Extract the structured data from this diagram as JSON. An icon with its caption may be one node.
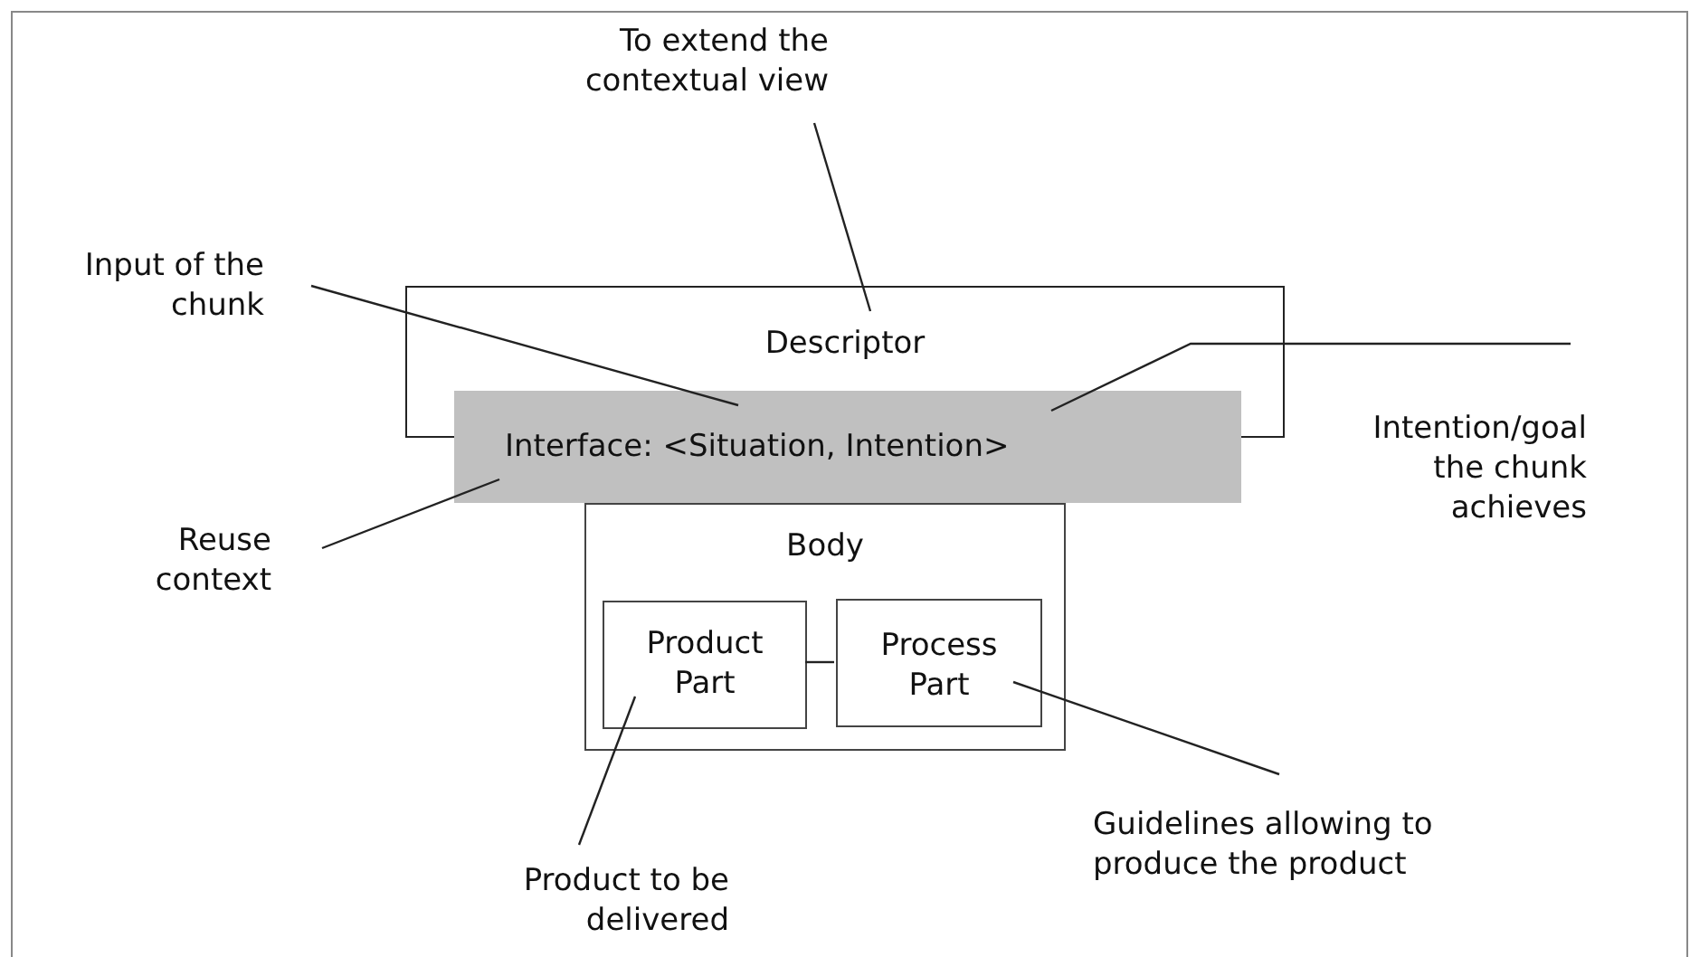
{
  "diagram": {
    "nodes": [
      {
        "text": [
          "Descriptor"
        ]
      },
      {
        "text": [
          "Interface: <Situation, Intention>"
        ]
      },
      {
        "text": [
          "Body"
        ]
      },
      {
        "text": [
          "Product Part"
        ],
        "in": 2
      },
      {
        "text": [
          "Process Part"
        ],
        "in": 2
      },
      {
        "text": [
          "To extend the contextual view"
        ]
      },
      {
        "text": [
          "Input of the chunk"
        ]
      },
      {
        "text": [
          "Reuse context"
        ]
      },
      {
        "text": [
          "Intention/goal the chunk achieves"
        ]
      },
      {
        "text": [
          "Product to be delivered"
        ]
      },
      {
        "text": [
          "Guidelines allowing to produce the product"
        ]
      }
    ],
    "edges": [
      {
        "from": 3,
        "to": 4,
        "arrow": "none"
      },
      {
        "from": 5,
        "to": 0,
        "arrow": "none"
      },
      {
        "from": 6,
        "to": 1,
        "arrow": "none"
      },
      {
        "from": 7,
        "to": 1,
        "arrow": "none"
      },
      {
        "from": 8,
        "to": 1,
        "arrow": "none"
      },
      {
        "from": 9,
        "to": 3,
        "arrow": "none"
      },
      {
        "from": 10,
        "to": 4,
        "arrow": "none"
      }
    ]
  }
}
